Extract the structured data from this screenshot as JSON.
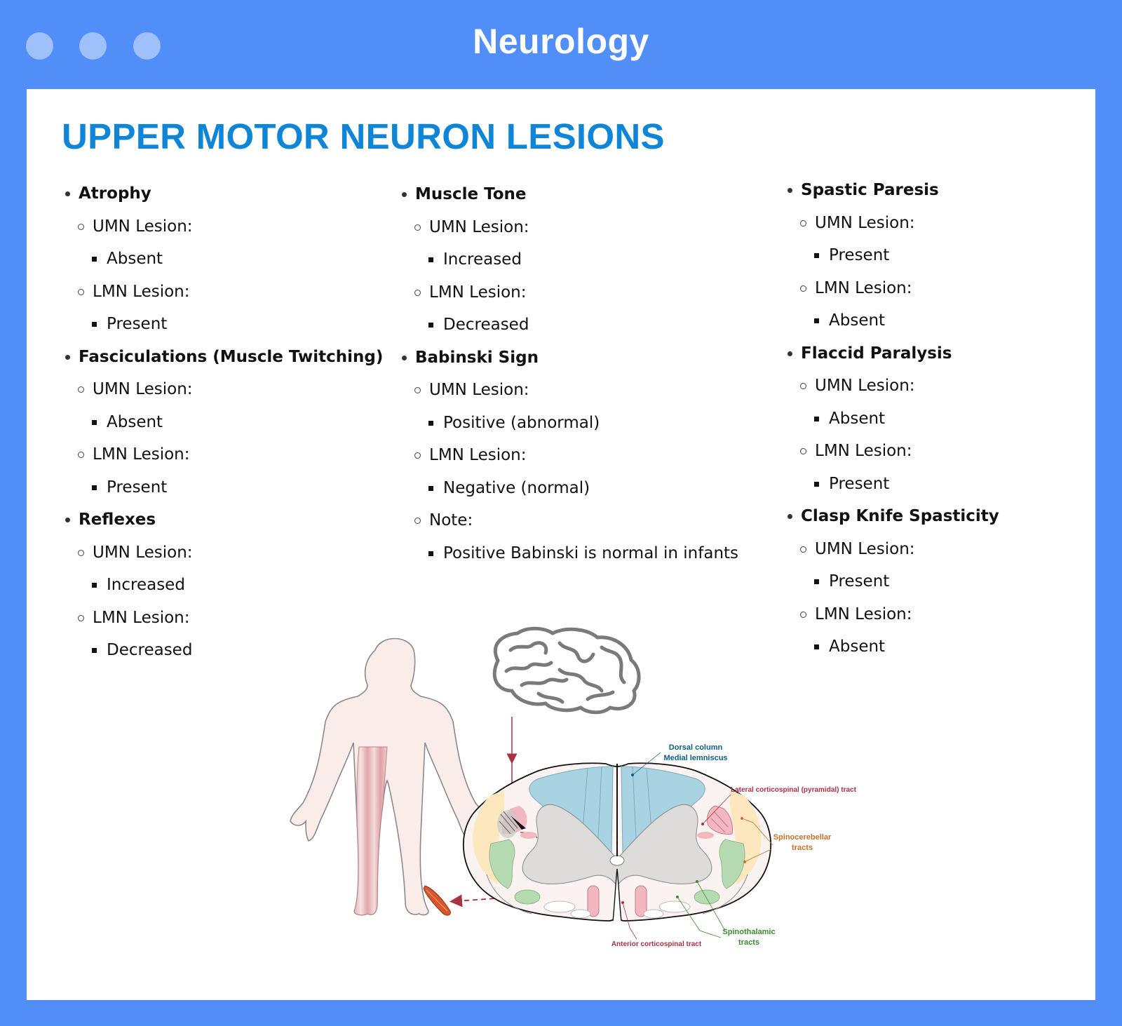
{
  "window": {
    "title": "Neurology"
  },
  "page": {
    "heading": "UPPER MOTOR NEURON LESIONS"
  },
  "columns": [
    {
      "sections": [
        {
          "title": "Atrophy",
          "entries": [
            {
              "label": "UMN Lesion:",
              "value": "Absent"
            },
            {
              "label": "LMN Lesion:",
              "value": "Present"
            }
          ]
        },
        {
          "title": "Fasciculations (Muscle Twitching)",
          "entries": [
            {
              "label": "UMN Lesion:",
              "value": "Absent"
            },
            {
              "label": "LMN Lesion:",
              "value": "Present"
            }
          ]
        },
        {
          "title": "Reflexes",
          "entries": [
            {
              "label": "UMN Lesion:",
              "value": "Increased"
            },
            {
              "label": "LMN Lesion:",
              "value": "Decreased"
            }
          ]
        }
      ]
    },
    {
      "sections": [
        {
          "title": "Muscle Tone",
          "entries": [
            {
              "label": "UMN Lesion:",
              "value": "Increased"
            },
            {
              "label": "LMN Lesion:",
              "value": "Decreased"
            }
          ]
        },
        {
          "title": "Babinski Sign",
          "entries": [
            {
              "label": "UMN Lesion:",
              "value": "Positive (abnormal)"
            },
            {
              "label": "LMN Lesion:",
              "value": "Negative (normal)"
            },
            {
              "label": "Note:",
              "value": "Positive Babinski is normal in infants"
            }
          ]
        }
      ]
    },
    {
      "sections": [
        {
          "title": "Spastic Paresis",
          "entries": [
            {
              "label": "UMN Lesion:",
              "value": "Present"
            },
            {
              "label": "LMN Lesion:",
              "value": "Absent"
            }
          ]
        },
        {
          "title": "Flaccid Paralysis",
          "entries": [
            {
              "label": "UMN Lesion:",
              "value": "Absent"
            },
            {
              "label": "LMN Lesion:",
              "value": "Present"
            }
          ]
        },
        {
          "title": "Clasp Knife Spasticity",
          "entries": [
            {
              "label": "UMN Lesion:",
              "value": "Present"
            },
            {
              "label": "LMN Lesion:",
              "value": "Absent"
            }
          ]
        }
      ]
    }
  ],
  "illustration": {
    "labels": {
      "dorsal_line1": "Dorsal column",
      "dorsal_line2": "Medial lemniscus",
      "lateral_cst": "Lateral corticospinal (pyramidal) tract",
      "spinocerebellar_line1": "Spinocerebellar",
      "spinocerebellar_line2": "tracts",
      "spinothalamic_line1": "Spinothalamic",
      "spinothalamic_line2": "tracts",
      "anterior_cst": "Anterior corticospinal tract"
    },
    "colors": {
      "dorsal": "#0d5c8c",
      "corticospinal": "#a83244",
      "spinocerebellar": "#c8702c",
      "spinothalamic": "#3f8a30"
    }
  }
}
